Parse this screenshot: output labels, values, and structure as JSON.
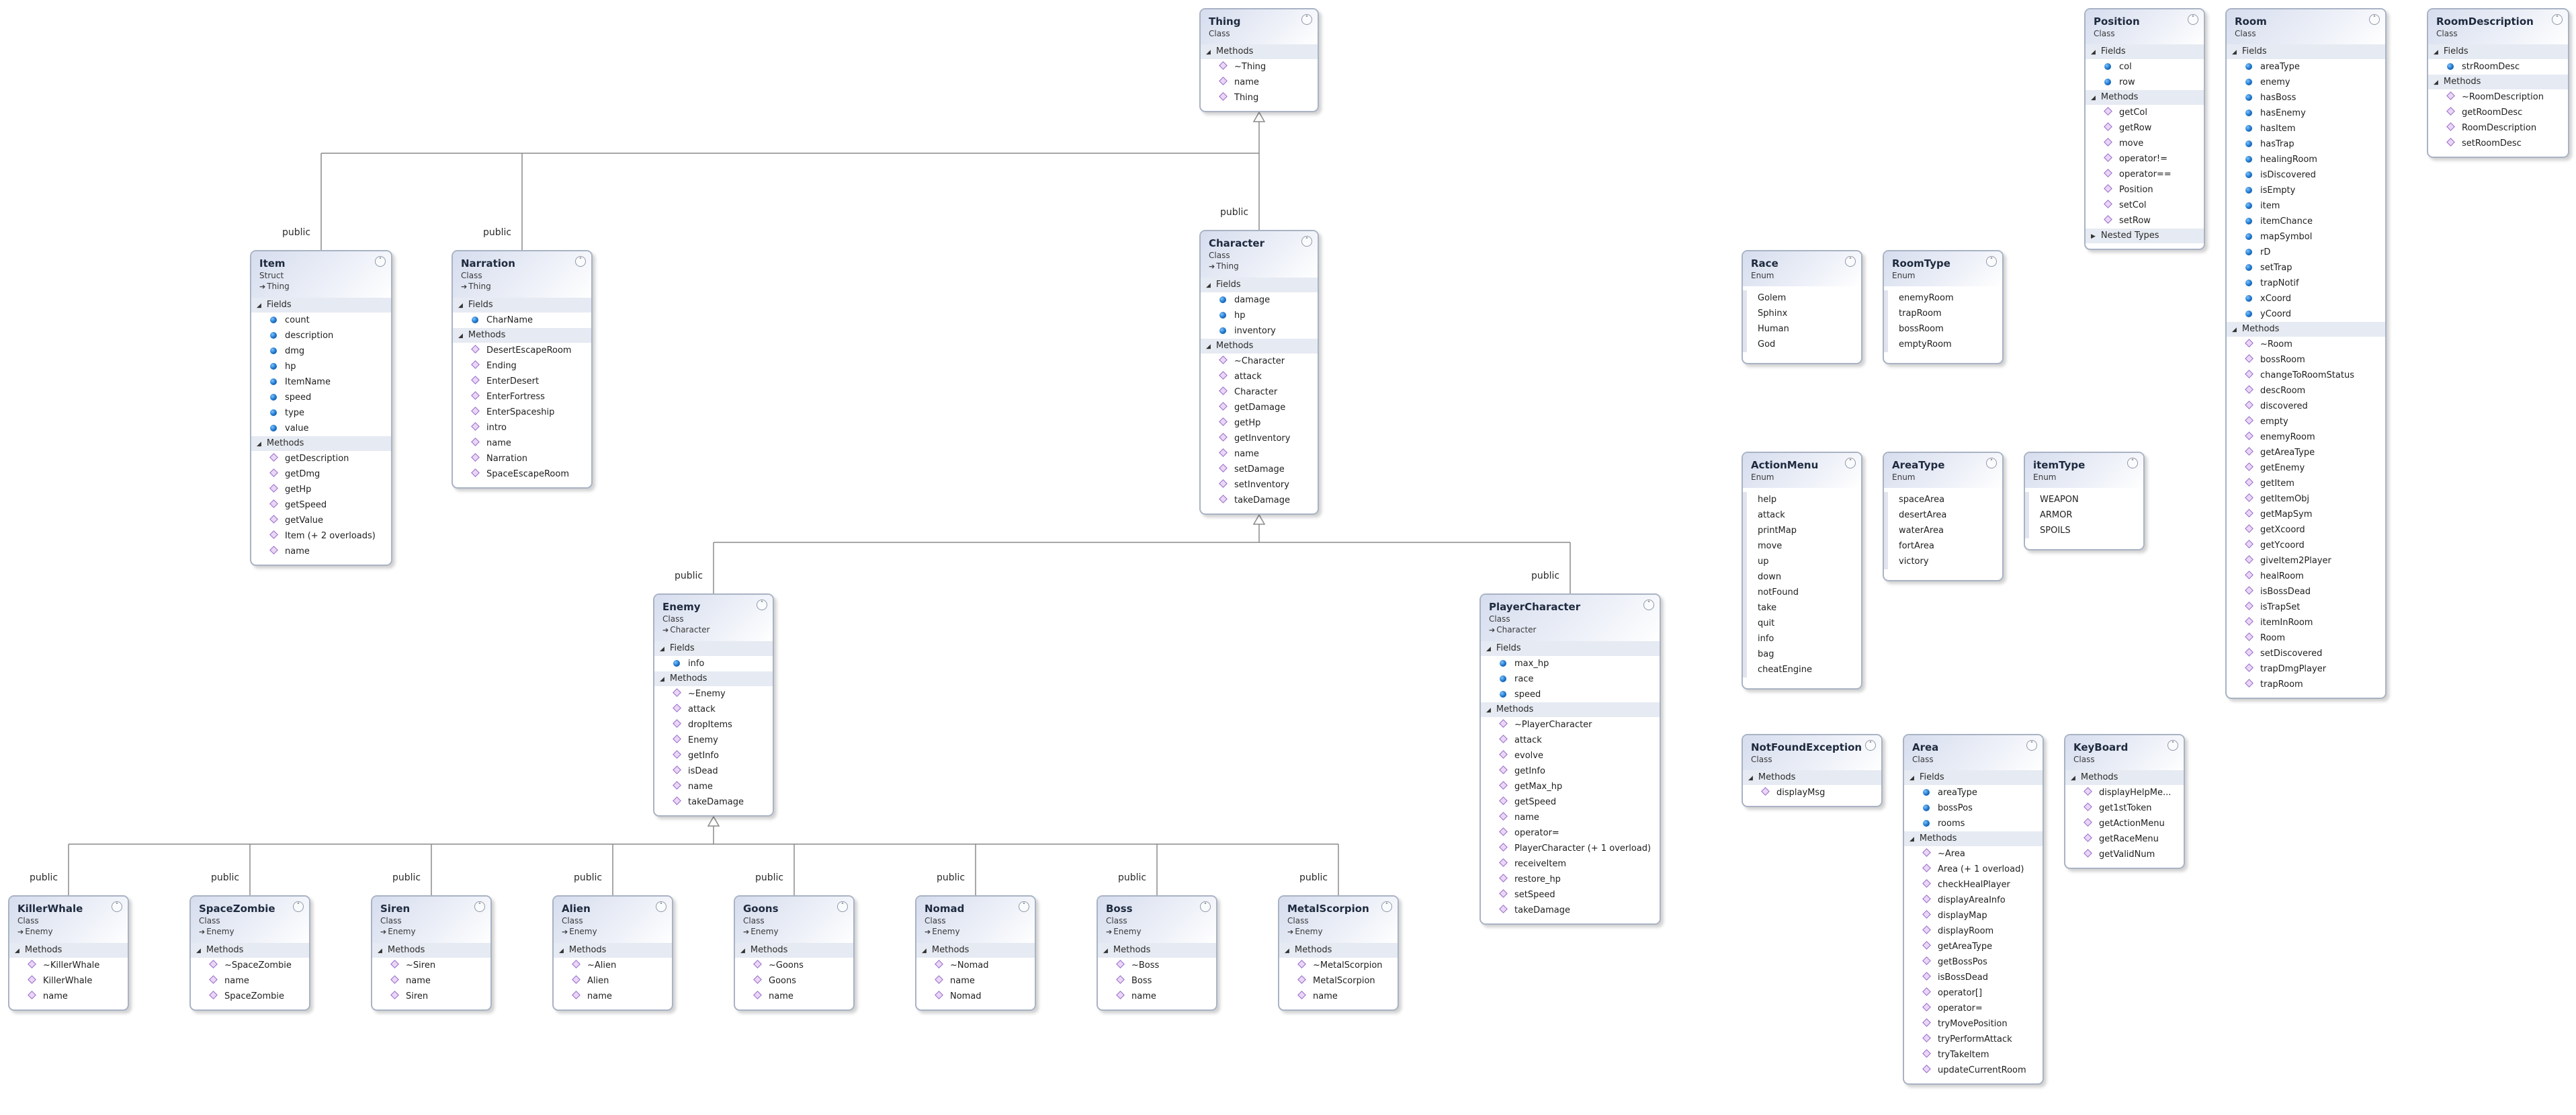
{
  "inheritance_label": "public",
  "labels": {
    "fields": "Fields",
    "methods": "Methods",
    "nested_types": "Nested Types"
  },
  "colors": {
    "header_gradient_start": "#d6ddee",
    "border": "#a9b3c4",
    "section_band": "#e6eaf2",
    "field_icon": "#1a72c7",
    "method_icon": "#9b69c9",
    "connector": "#8a8a8a"
  },
  "icons": {
    "field": "field-icon",
    "method": "method-icon",
    "collapse": "collapse-chevron-icon",
    "inherit": "inherit-arrow-icon",
    "section_toggle": "section-toggle-icon"
  },
  "types": {
    "thing": {
      "name": "Thing",
      "kind": "Class",
      "inherits": "",
      "fields": [],
      "methods": [
        "~Thing",
        "name",
        "Thing"
      ]
    },
    "item": {
      "name": "Item",
      "kind": "Struct",
      "inherits": "Thing",
      "fields": [
        "count",
        "description",
        "dmg",
        "hp",
        "ItemName",
        "speed",
        "type",
        "value"
      ],
      "methods": [
        "getDescription",
        "getDmg",
        "getHp",
        "getSpeed",
        "getValue",
        "Item (+ 2 overloads)",
        "name"
      ]
    },
    "narration": {
      "name": "Narration",
      "kind": "Class",
      "inherits": "Thing",
      "fields": [
        "CharName"
      ],
      "methods": [
        "DesertEscapeRoom",
        "Ending",
        "EnterDesert",
        "EnterFortress",
        "EnterSpaceship",
        "intro",
        "name",
        "Narration",
        "SpaceEscapeRoom"
      ]
    },
    "character": {
      "name": "Character",
      "kind": "Class",
      "inherits": "Thing",
      "fields": [
        "damage",
        "hp",
        "inventory"
      ],
      "methods": [
        "~Character",
        "attack",
        "Character",
        "getDamage",
        "getHp",
        "getInventory",
        "name",
        "setDamage",
        "setInventory",
        "takeDamage"
      ]
    },
    "enemy": {
      "name": "Enemy",
      "kind": "Class",
      "inherits": "Character",
      "fields": [
        "info"
      ],
      "methods": [
        "~Enemy",
        "attack",
        "dropItems",
        "Enemy",
        "getInfo",
        "isDead",
        "name",
        "takeDamage"
      ]
    },
    "player_character": {
      "name": "PlayerCharacter",
      "kind": "Class",
      "inherits": "Character",
      "fields": [
        "max_hp",
        "race",
        "speed"
      ],
      "methods": [
        "~PlayerCharacter",
        "attack",
        "evolve",
        "getInfo",
        "getMax_hp",
        "getSpeed",
        "name",
        "operator=",
        "PlayerCharacter (+ 1 overload)",
        "receiveItem",
        "restore_hp",
        "setSpeed",
        "takeDamage"
      ]
    },
    "killer_whale": {
      "name": "KillerWhale",
      "kind": "Class",
      "inherits": "Enemy",
      "fields": [],
      "methods": [
        "~KillerWhale",
        "KillerWhale",
        "name"
      ]
    },
    "space_zombie": {
      "name": "SpaceZombie",
      "kind": "Class",
      "inherits": "Enemy",
      "fields": [],
      "methods": [
        "~SpaceZombie",
        "name",
        "SpaceZombie"
      ]
    },
    "siren": {
      "name": "Siren",
      "kind": "Class",
      "inherits": "Enemy",
      "fields": [],
      "methods": [
        "~Siren",
        "name",
        "Siren"
      ]
    },
    "alien": {
      "name": "Alien",
      "kind": "Class",
      "inherits": "Enemy",
      "fields": [],
      "methods": [
        "~Alien",
        "Alien",
        "name"
      ]
    },
    "goons": {
      "name": "Goons",
      "kind": "Class",
      "inherits": "Enemy",
      "fields": [],
      "methods": [
        "~Goons",
        "Goons",
        "name"
      ]
    },
    "nomad": {
      "name": "Nomad",
      "kind": "Class",
      "inherits": "Enemy",
      "fields": [],
      "methods": [
        "~Nomad",
        "name",
        "Nomad"
      ]
    },
    "boss": {
      "name": "Boss",
      "kind": "Class",
      "inherits": "Enemy",
      "fields": [],
      "methods": [
        "~Boss",
        "Boss",
        "name"
      ]
    },
    "metal_scorpion": {
      "name": "MetalScorpion",
      "kind": "Class",
      "inherits": "Enemy",
      "fields": [],
      "methods": [
        "~MetalScorpion",
        "MetalScorpion",
        "name"
      ]
    },
    "position": {
      "name": "Position",
      "kind": "Class",
      "inherits": "",
      "fields": [
        "col",
        "row"
      ],
      "methods": [
        "getCol",
        "getRow",
        "move",
        "operator!=",
        "operator==",
        "Position",
        "setCol",
        "setRow"
      ]
    },
    "room": {
      "name": "Room",
      "kind": "Class",
      "inherits": "",
      "fields": [
        "areaType",
        "enemy",
        "hasBoss",
        "hasEnemy",
        "hasItem",
        "hasTrap",
        "healingRoom",
        "isDiscovered",
        "isEmpty",
        "item",
        "itemChance",
        "mapSymbol",
        "rD",
        "setTrap",
        "trapNotif",
        "xCoord",
        "yCoord"
      ],
      "methods": [
        "~Room",
        "bossRoom",
        "changeToRoomStatus",
        "descRoom",
        "discovered",
        "empty",
        "enemyRoom",
        "getAreaType",
        "getEnemy",
        "getItem",
        "getItemObj",
        "getMapSym",
        "getXcoord",
        "getYcoord",
        "giveItem2Player",
        "healRoom",
        "isBossDead",
        "isTrapSet",
        "itemInRoom",
        "Room",
        "setDiscovered",
        "trapDmgPlayer",
        "trapRoom"
      ]
    },
    "room_description": {
      "name": "RoomDescription",
      "kind": "Class",
      "inherits": "",
      "fields": [
        "strRoomDesc"
      ],
      "methods": [
        "~RoomDescription",
        "getRoomDesc",
        "RoomDescription",
        "setRoomDesc"
      ]
    },
    "race": {
      "name": "Race",
      "kind": "Enum",
      "values": [
        "Golem",
        "Sphinx",
        "Human",
        "God"
      ]
    },
    "room_type": {
      "name": "RoomType",
      "kind": "Enum",
      "values": [
        "enemyRoom",
        "trapRoom",
        "bossRoom",
        "emptyRoom"
      ]
    },
    "action_menu": {
      "name": "ActionMenu",
      "kind": "Enum",
      "values": [
        "help",
        "attack",
        "printMap",
        "move",
        "up",
        "down",
        "notFound",
        "take",
        "quit",
        "info",
        "bag",
        "cheatEngine"
      ]
    },
    "area_type": {
      "name": "AreaType",
      "kind": "Enum",
      "values": [
        "spaceArea",
        "desertArea",
        "waterArea",
        "fortArea",
        "victory"
      ]
    },
    "item_type": {
      "name": "itemType",
      "kind": "Enum",
      "values": [
        "WEAPON",
        "ARMOR",
        "SPOILS"
      ]
    },
    "not_found_exception": {
      "name": "NotFoundException",
      "kind": "Class",
      "inherits": "",
      "fields": [],
      "methods": [
        "displayMsg"
      ]
    },
    "area": {
      "name": "Area",
      "kind": "Class",
      "inherits": "",
      "fields": [
        "areaType",
        "bossPos",
        "rooms"
      ],
      "methods": [
        "~Area",
        "Area (+ 1 overload)",
        "checkHealPlayer",
        "displayAreaInfo",
        "displayMap",
        "displayRoom",
        "getAreaType",
        "getBossPos",
        "isBossDead",
        "operator[]",
        "operator=",
        "tryMovePosition",
        "tryPerformAttack",
        "tryTakeItem",
        "updateCurrentRoom"
      ]
    },
    "keyboard": {
      "name": "KeyBoard",
      "kind": "Class",
      "inherits": "",
      "fields": [],
      "methods": [
        "displayHelpMe...",
        "get1stToken",
        "getActionMenu",
        "getRaceMenu",
        "getValidNum"
      ]
    }
  }
}
